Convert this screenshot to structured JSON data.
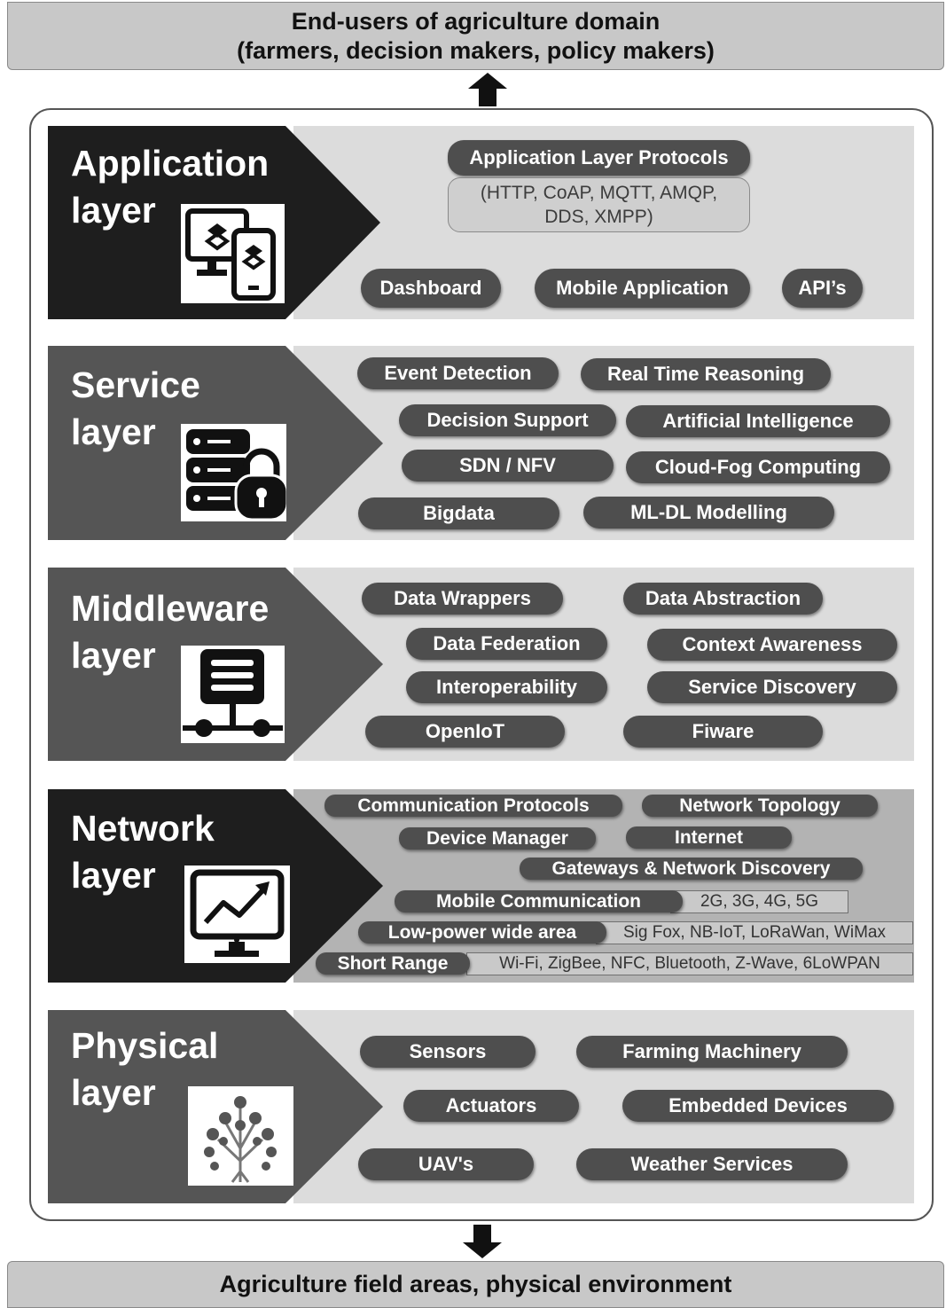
{
  "top_banner": {
    "line1": "End-users of agriculture domain",
    "line2": "(farmers, decision makers, policy makers)"
  },
  "bottom_banner": {
    "text": "Agriculture field areas, physical environment"
  },
  "layers": [
    {
      "name": "Application\nlayer",
      "icon": "devices-icon",
      "protocols_title": "Application Layer Protocols",
      "protocols_line1": "(HTTP, CoAP, MQTT, AMQP,",
      "protocols_line2": "DDS, XMPP)",
      "items": [
        "Dashboard",
        "Mobile Application",
        "API’s"
      ]
    },
    {
      "name": "Service\nlayer",
      "icon": "secure-database-icon",
      "items": [
        "Event Detection",
        "Real Time Reasoning",
        "Decision Support",
        "Artificial Intelligence",
        "SDN / NFV",
        "Cloud-Fog Computing",
        "Bigdata",
        "ML-DL Modelling"
      ]
    },
    {
      "name": "Middleware\nlayer",
      "icon": "server-network-icon",
      "items": [
        "Data Wrappers",
        "Data Abstraction",
        "Data Federation",
        "Context Awareness",
        "Interoperability",
        "Service Discovery",
        "OpenIoT",
        "Fiware"
      ]
    },
    {
      "name": "Network\nlayer",
      "icon": "monitor-chart-icon",
      "items": [
        "Communication Protocols",
        "Network Topology",
        "Device Manager",
        "Internet",
        "Gateways & Network Discovery"
      ],
      "mobile": {
        "label": "Mobile Communication",
        "value": "2G, 3G, 4G, 5G"
      },
      "lpwa": {
        "label": "Low-power wide area",
        "value": "Sig Fox, NB-IoT, LoRaWan, WiMax"
      },
      "short": {
        "label": "Short Range",
        "value": "Wi-Fi, ZigBee, NFC, Bluetooth, Z-Wave, 6LoWPAN"
      }
    },
    {
      "name": "Physical\nlayer",
      "icon": "tech-tree-icon",
      "items": [
        "Sensors",
        "Farming Machinery",
        "Actuators",
        "Embedded Devices",
        "UAV's",
        "Weather Services"
      ]
    }
  ],
  "colors": {
    "chevron_dark": "#1e1e1e",
    "chevron_mid": "#555555",
    "layer_bg": "#dcdcdc",
    "network_bg": "#b3b3b3",
    "pill": "#4e4e4e",
    "banner": "#c8c8c8"
  }
}
